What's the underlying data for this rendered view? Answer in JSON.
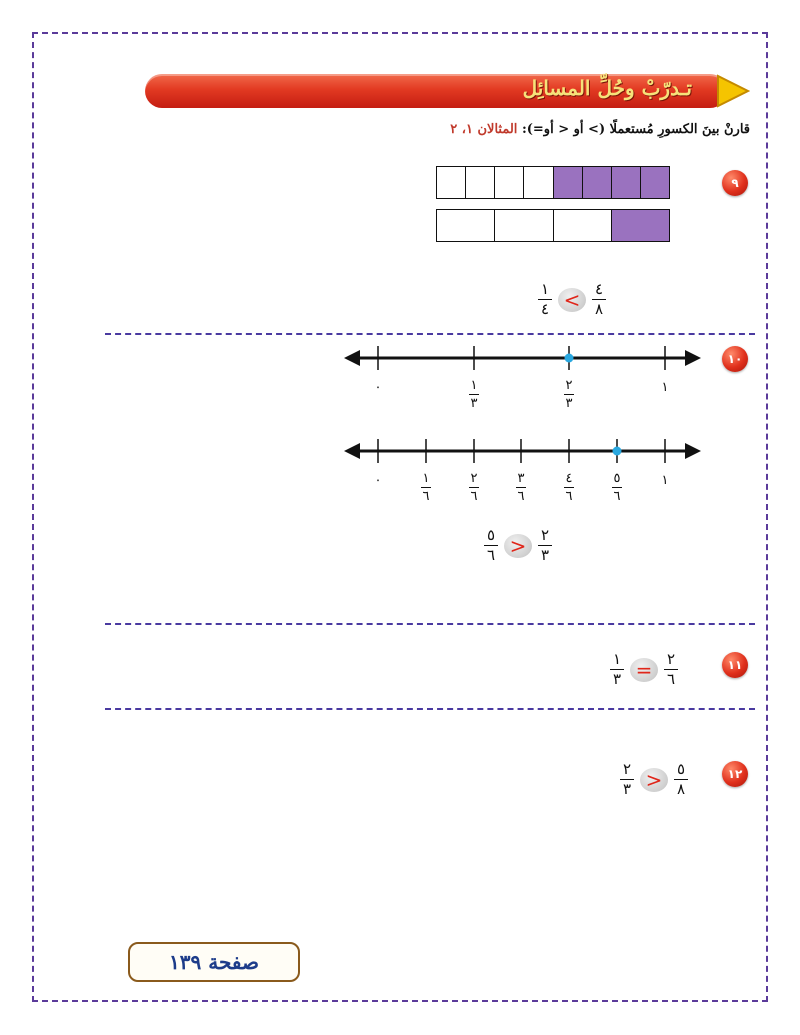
{
  "header": {
    "title": "تـدرّبْ وحُلِّ المسائِل",
    "instruction": "قارنْ بينَ الكسورِ مُستعملًا (> أو < أو=):",
    "instruction_ref": "المثالان ١، ٢"
  },
  "colors": {
    "banner": "#e23a22",
    "fill": "#9a72bf",
    "symbol": "#e0261a",
    "point": "#29a8e0",
    "frame": "#5b3b9a"
  },
  "problems": [
    {
      "number": "٩",
      "bars": [
        {
          "parts": 8,
          "shaded": 4
        },
        {
          "parts": 4,
          "shaded": 1
        }
      ],
      "left": {
        "num": "٤",
        "den": "٨"
      },
      "symbol": "<",
      "right": {
        "num": "١",
        "den": "٤"
      }
    },
    {
      "number": "١٠",
      "line_thirds": {
        "zero": "٠",
        "one": "١",
        "ticks": [
          {
            "num": "١",
            "den": "٣"
          },
          {
            "num": "٢",
            "den": "٣"
          }
        ],
        "highlight": 2
      },
      "line_sixths": {
        "zero": "٠",
        "one": "١",
        "ticks": [
          {
            "num": "١",
            "den": "٦"
          },
          {
            "num": "٢",
            "den": "٦"
          },
          {
            "num": "٣",
            "den": "٦"
          },
          {
            "num": "٤",
            "den": "٦"
          },
          {
            "num": "٥",
            "den": "٦"
          }
        ],
        "highlight": 5
      },
      "left": {
        "num": "٢",
        "den": "٣"
      },
      "symbol": ">",
      "right": {
        "num": "٥",
        "den": "٦"
      }
    },
    {
      "number": "١١",
      "left": {
        "num": "٢",
        "den": "٦"
      },
      "symbol": "=",
      "right": {
        "num": "١",
        "den": "٣"
      }
    },
    {
      "number": "١٢",
      "left": {
        "num": "٥",
        "den": "٨"
      },
      "symbol": ">",
      "right": {
        "num": "٢",
        "den": "٣"
      }
    }
  ],
  "footer": {
    "page_label": "صفحة ١٣٩"
  }
}
